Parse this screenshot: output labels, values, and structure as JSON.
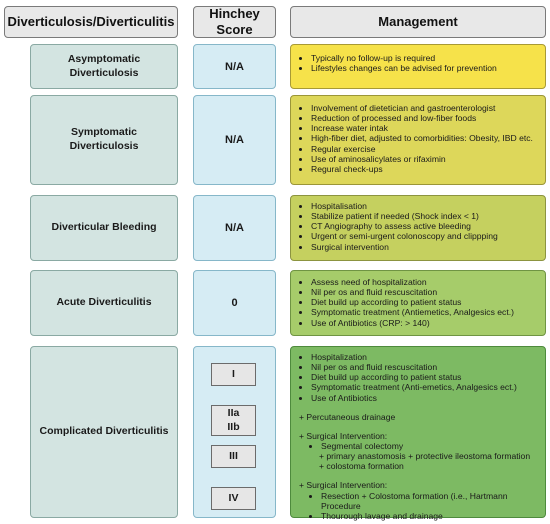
{
  "headers": {
    "col1": "Diverticulosis/Diverticulitis",
    "col2_line1": "Hinchey",
    "col2_line2": "Score",
    "col3": "Management"
  },
  "rows": [
    {
      "condition_line1": "Asymptomatic",
      "condition_line2": "Diverticulosis",
      "hinchey": "N/A",
      "management": [
        "Typically no follow-up is required",
        "Lifestyles changes can be advised for prevention"
      ]
    },
    {
      "condition_line1": "Symptomatic",
      "condition_line2": "Diverticulosis",
      "hinchey": "N/A",
      "management": [
        "Involvement of dietetician and gastroenterologist",
        "Reduction of processed and low-fiber foods",
        "Increase water intak",
        "High-fiber diet, adjusted to comorbidities: Obesity, IBD etc.",
        "Regular exercise",
        "Use of aminosalicylates or rifaximin",
        "Regural check-ups"
      ]
    },
    {
      "condition": "Diverticular Bleeding",
      "hinchey": "N/A",
      "management": [
        "Hospitalisation",
        "Stabilize patient if needed (Shock index < 1)",
        "CT Angiography to assess active bleeding",
        "Urgent or semi-urgent colonoscopy and clippping",
        "Surgical intervention"
      ]
    },
    {
      "condition": "Acute Diverticulitis",
      "hinchey": "0",
      "management": [
        "Assess need of hospitalization",
        "Nil per os and fluid rescuscitation",
        "Diet build up according to patient status",
        "Symptomatic treatment (Antiemetics, Analgesics ect.)",
        "Use of Antibiotics (CRP: > 140)"
      ]
    },
    {
      "condition": "Complicated Diverticulitis",
      "hinchey_stages": [
        "I",
        "IIa",
        "IIb",
        "III",
        "IV"
      ],
      "management": [
        "Hospitalization",
        "Nil per os and fluid rescuscitation",
        "Diet build up according to patient status",
        "Symptomatic treatment (Anti-emetics, Analgesics ect.)",
        "Use of Antibiotics"
      ],
      "drainage": "+ Percutaneous drainage",
      "surgical_1": {
        "title": "+ Surgical Intervention:",
        "line1": "Segmental colectomy",
        "line2": "+ primary anastomosis + protective ileostoma formation",
        "line3": "+ colostoma formation"
      },
      "surgical_2": {
        "title": "+ Surgical Intervention:",
        "items": [
          "Resection + Colostoma formation (i.e., Hartmann Procedure",
          "Thourough lavage and drainage"
        ]
      }
    }
  ],
  "colors": {
    "col1_fill": "#d3e4e1",
    "col2_fill": "#d6ecf4",
    "header_fill": "#e8e8e8",
    "row1": "#f6e24a",
    "row2": "#ddd75a",
    "row3": "#c5d05f",
    "row4": "#a6cc6a",
    "row5": "#7dba63"
  }
}
